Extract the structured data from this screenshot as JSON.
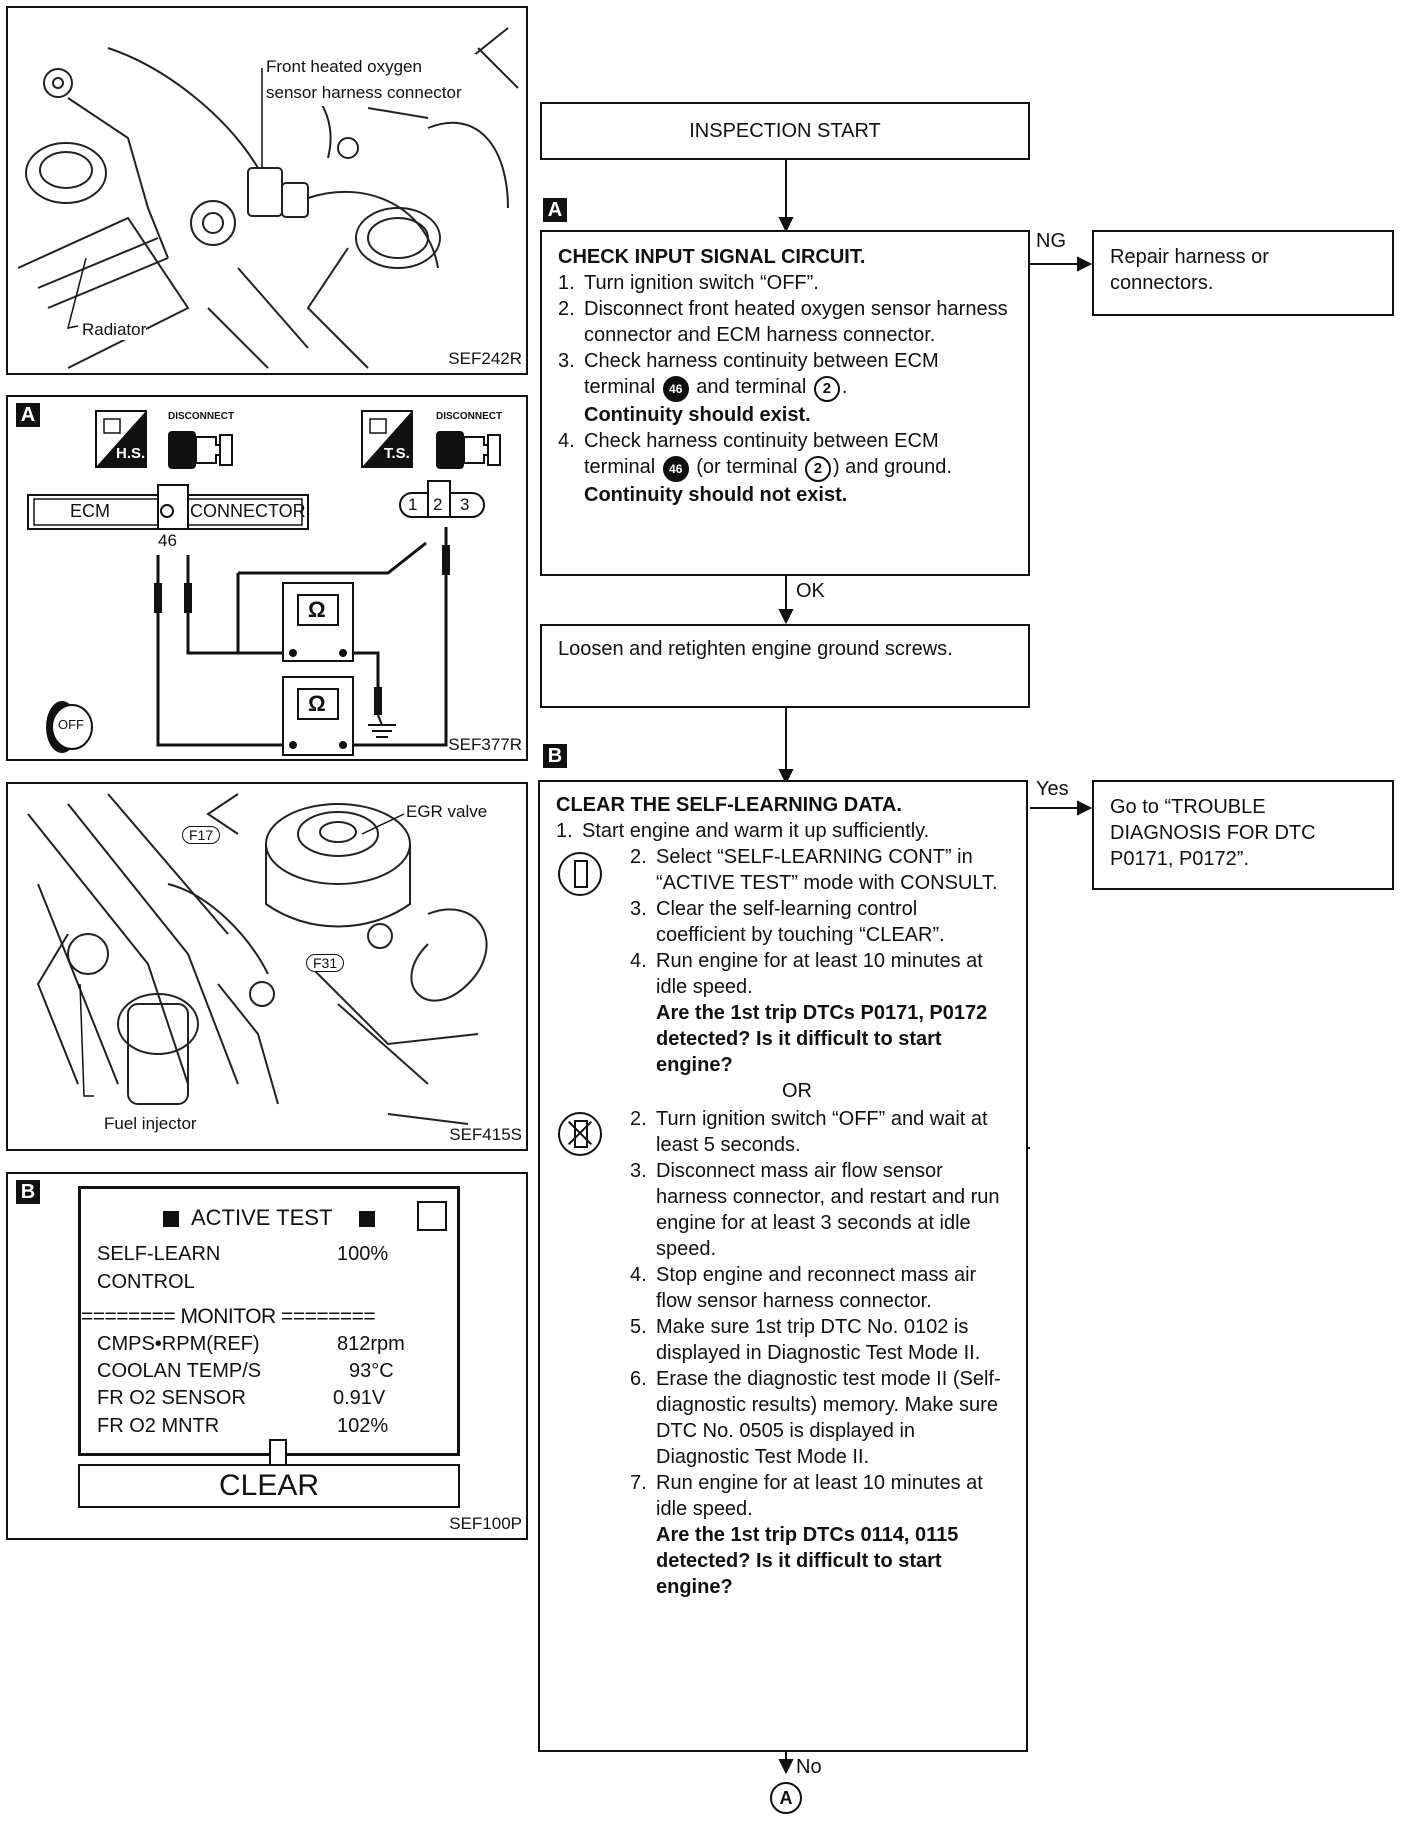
{
  "panels": {
    "p1": {
      "callout_connector": "Front heated oxygen sensor harness connector",
      "callout_radiator": "Radiator",
      "code": "SEF242R"
    },
    "p2": {
      "tag": "A",
      "hs": "H.S.",
      "ts": "T.S.",
      "disconnect1": "DISCONNECT",
      "disconnect2": "DISCONNECT",
      "ecm": "ECM",
      "connector": "CONNECTOR",
      "terminal": "46",
      "pins": [
        "1",
        "2",
        "3"
      ],
      "ohm": "Ω",
      "off": "OFF",
      "code": "SEF377R"
    },
    "p3": {
      "egr": "EGR valve",
      "f17": "F17",
      "f31": "F31",
      "fuel_injector": "Fuel injector",
      "code": "SEF415S"
    },
    "p4": {
      "tag": "B",
      "title": "ACTIVE TEST",
      "rows": [
        {
          "label": "SELF-LEARN",
          "value": "100%"
        },
        {
          "label": "CONTROL",
          "value": ""
        }
      ],
      "monitor": "======== MONITOR ========",
      "mrows": [
        {
          "label": "CMPS•RPM(REF)",
          "value": "812rpm"
        },
        {
          "label": "COOLAN TEMP/S",
          "value": "93°C"
        },
        {
          "label": "FR O2 SENSOR",
          "value": "0.91V"
        },
        {
          "label": "FR O2 MNTR",
          "value": "102%"
        }
      ],
      "clear": "CLEAR",
      "code": "SEF100P"
    }
  },
  "flow": {
    "start": "INSPECTION START",
    "tag_a": "A",
    "tag_b": "B",
    "ng": "NG",
    "ok": "OK",
    "yes": "Yes",
    "no": "No",
    "or": "OR",
    "end_marker": "A",
    "repair": "Repair harness or connectors.",
    "goto": "Go to “TROUBLE DIAGNOSIS FOR DTC P0171, P0172”.",
    "loosen": "Loosen and retighten engine ground screws.",
    "check": {
      "title": "CHECK INPUT SIGNAL CIRCUIT.",
      "s1": "Turn ignition switch “OFF”.",
      "s2": "Disconnect front heated oxygen sensor harness connector and ECM harness connector.",
      "s3a": "Check harness continuity between ECM terminal",
      "s3b": "and terminal",
      "s3c": ".",
      "s3bold": "Continuity should exist.",
      "s4a": "Check harness continuity between ECM terminal",
      "s4b": "(or terminal",
      "s4c": ") and ground.",
      "s4bold": "Continuity should not exist.",
      "t46": "46",
      "t2": "2"
    },
    "clear": {
      "title": "CLEAR THE SELF-LEARNING DATA.",
      "s1": "Start engine and warm it up sufficiently.",
      "a2": "Select “SELF-LEARNING CONT” in “ACTIVE TEST” mode with CONSULT.",
      "a3": "Clear the self-learning control coefficient by touching “CLEAR”.",
      "a4": "Run engine for at least 10 minutes at idle speed.",
      "a_bold": "Are the 1st trip DTCs P0171, P0172 detected? Is it difficult to start engine?",
      "b2": "Turn ignition switch “OFF” and wait at least 5 seconds.",
      "b3": "Disconnect mass air flow sensor harness connector, and restart and run engine for at least 3 seconds at idle speed.",
      "b4": "Stop engine and reconnect mass air flow sensor harness connector.",
      "b5": "Make sure 1st trip DTC No. 0102 is displayed in Diagnostic Test Mode II.",
      "b6": "Erase the diagnostic test mode II (Self-diagnostic results) memory. Make sure DTC No. 0505 is displayed in Diagnostic Test Mode II.",
      "b7": "Run engine for at least 10 minutes at idle speed.",
      "b_bold": "Are the 1st trip DTCs 0114, 0115 detected? Is it difficult to start engine?"
    }
  }
}
